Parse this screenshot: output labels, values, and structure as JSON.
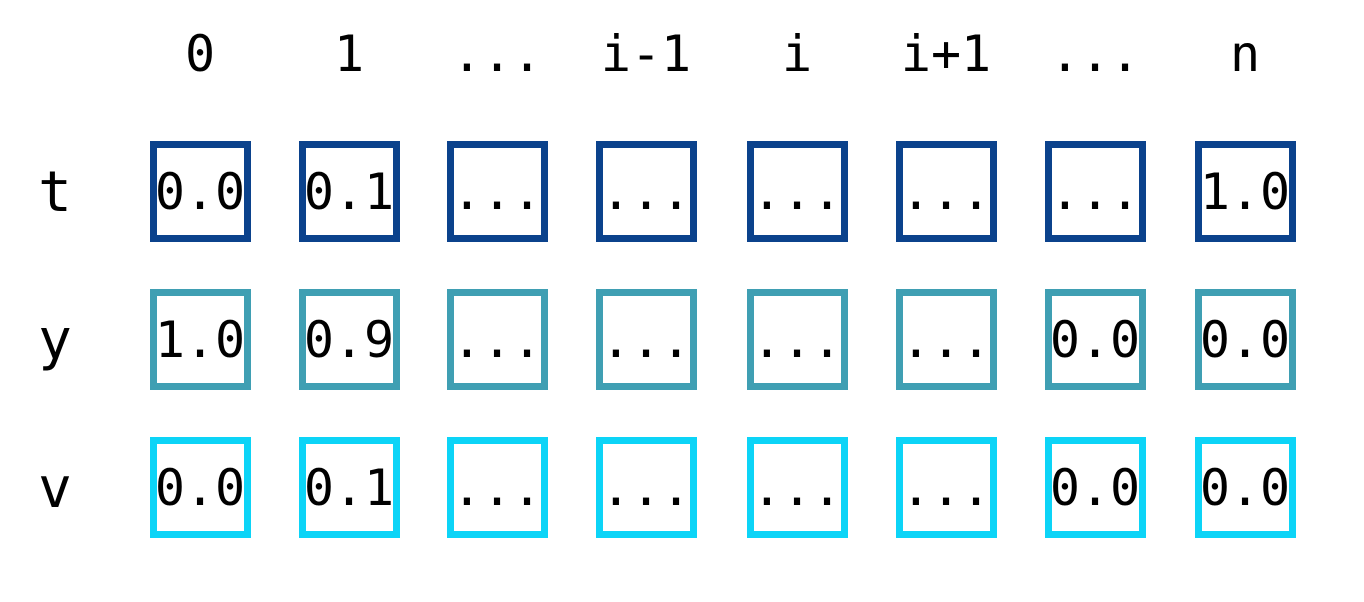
{
  "columns": [
    "0",
    "1",
    "...",
    "i-1",
    "i",
    "i+1",
    "...",
    "n"
  ],
  "colors": {
    "t": "#0b428c",
    "y": "#3f9fb3",
    "v": "#0cd4f7"
  },
  "rows": [
    {
      "label": "t",
      "color_key": "t",
      "cells": [
        "0.0",
        "0.1",
        "...",
        "...",
        "...",
        "...",
        "...",
        "1.0"
      ]
    },
    {
      "label": "y",
      "color_key": "y",
      "cells": [
        "1.0",
        "0.9",
        "...",
        "...",
        "...",
        "...",
        "0.0",
        "0.0"
      ]
    },
    {
      "label": "v",
      "color_key": "v",
      "cells": [
        "0.0",
        "0.1",
        "...",
        "...",
        "...",
        "...",
        "0.0",
        "0.0"
      ]
    }
  ]
}
